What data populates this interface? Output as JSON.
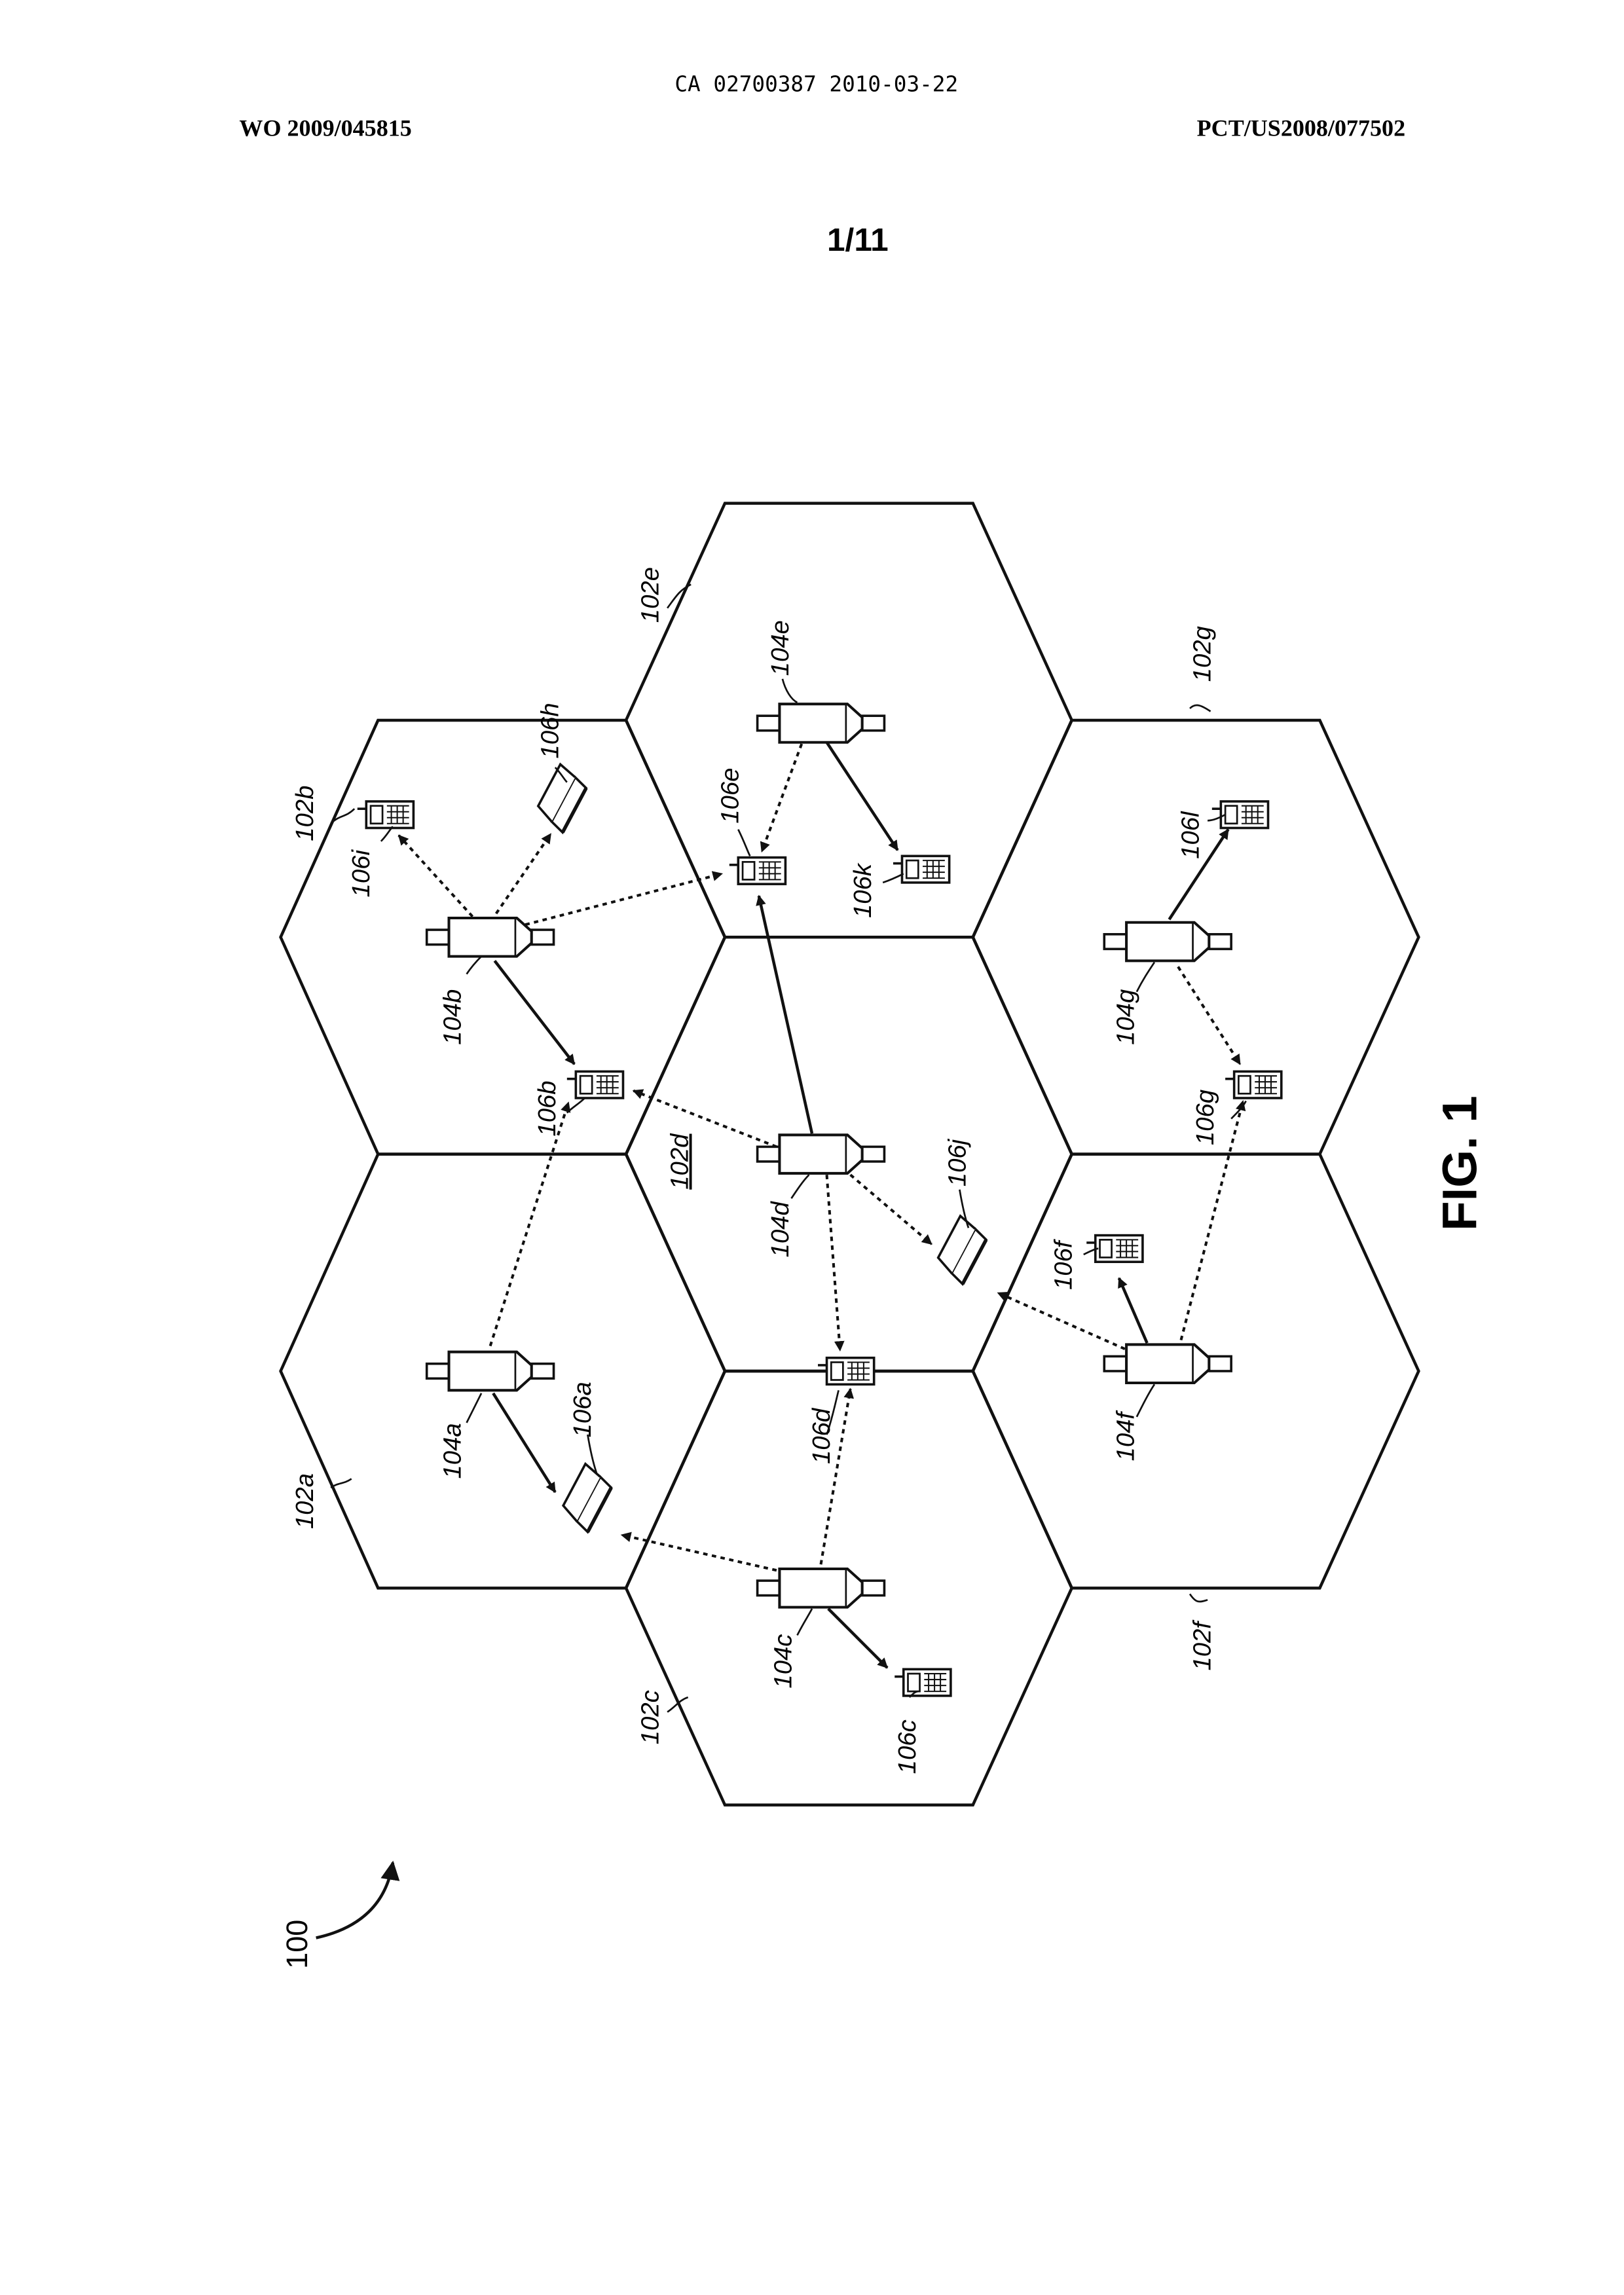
{
  "header": {
    "center": "CA 02700387 2010-03-22",
    "left": "WO 2009/045815",
    "right": "PCT/US2008/077502"
  },
  "sheet_number": "1/11",
  "figure": {
    "label": "FIG. 1",
    "system_ref": "100",
    "cells": [
      {
        "id": "102a",
        "label": "102a"
      },
      {
        "id": "102b",
        "label": "102b"
      },
      {
        "id": "102c",
        "label": "102c"
      },
      {
        "id": "102d",
        "label": "102d"
      },
      {
        "id": "102e",
        "label": "102e"
      },
      {
        "id": "102f",
        "label": "102f"
      },
      {
        "id": "102g",
        "label": "102g"
      }
    ],
    "base_stations": [
      {
        "id": "104a",
        "label": "104a",
        "cell": "102a"
      },
      {
        "id": "104b",
        "label": "104b",
        "cell": "102b"
      },
      {
        "id": "104c",
        "label": "104c",
        "cell": "102c"
      },
      {
        "id": "104d",
        "label": "104d",
        "cell": "102d"
      },
      {
        "id": "104e",
        "label": "104e",
        "cell": "102e"
      },
      {
        "id": "104f",
        "label": "104f",
        "cell": "102f"
      },
      {
        "id": "104g",
        "label": "104g",
        "cell": "102g"
      }
    ],
    "terminals": [
      {
        "id": "106a",
        "label": "106a",
        "kind": "laptop"
      },
      {
        "id": "106b",
        "label": "106b",
        "kind": "phone"
      },
      {
        "id": "106c",
        "label": "106c",
        "kind": "phone"
      },
      {
        "id": "106d",
        "label": "106d",
        "kind": "phone"
      },
      {
        "id": "106e",
        "label": "106e",
        "kind": "phone"
      },
      {
        "id": "106f",
        "label": "106f",
        "kind": "phone"
      },
      {
        "id": "106g",
        "label": "106g",
        "kind": "phone"
      },
      {
        "id": "106h",
        "label": "106h",
        "kind": "laptop"
      },
      {
        "id": "106i",
        "label": "106i",
        "kind": "phone"
      },
      {
        "id": "106j",
        "label": "106j",
        "kind": "laptop"
      },
      {
        "id": "106k",
        "label": "106k",
        "kind": "phone"
      },
      {
        "id": "106l",
        "label": "106l",
        "kind": "phone"
      }
    ],
    "links": [
      {
        "from": "104a",
        "to": "106a",
        "style": "solid"
      },
      {
        "from": "104a",
        "to": "106b",
        "style": "dashed"
      },
      {
        "from": "104b",
        "to": "106b",
        "style": "solid"
      },
      {
        "from": "104b",
        "to": "106i",
        "style": "dashed"
      },
      {
        "from": "104b",
        "to": "106h",
        "style": "dashed"
      },
      {
        "from": "104b",
        "to": "106e",
        "style": "dashed"
      },
      {
        "from": "104c",
        "to": "106c",
        "style": "solid"
      },
      {
        "from": "104c",
        "to": "106a",
        "style": "dashed"
      },
      {
        "from": "104c",
        "to": "106d",
        "style": "dashed"
      },
      {
        "from": "104d",
        "to": "106e",
        "style": "solid"
      },
      {
        "from": "104d",
        "to": "106b",
        "style": "dashed"
      },
      {
        "from": "104d",
        "to": "106d",
        "style": "dashed"
      },
      {
        "from": "104d",
        "to": "106j",
        "style": "dashed"
      },
      {
        "from": "104e",
        "to": "106k",
        "style": "solid"
      },
      {
        "from": "104e",
        "to": "106e",
        "style": "dashed"
      },
      {
        "from": "104f",
        "to": "106f",
        "style": "solid"
      },
      {
        "from": "104f",
        "to": "106j",
        "style": "dashed"
      },
      {
        "from": "104f",
        "to": "106g",
        "style": "dashed"
      },
      {
        "from": "104g",
        "to": "106l",
        "style": "solid"
      },
      {
        "from": "104g",
        "to": "106g",
        "style": "dashed"
      }
    ]
  }
}
